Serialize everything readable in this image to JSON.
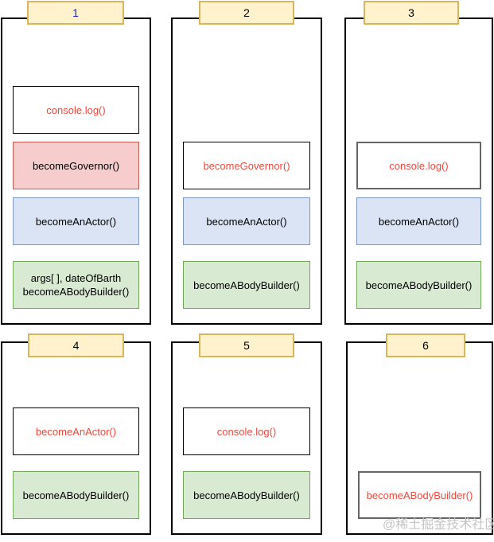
{
  "title": "call-stack-frames-diagram",
  "watermark": "@稀土掘金技术社区",
  "colors": {
    "tab_fill": "#fff2cc",
    "tab_border": "#d8b65c",
    "tab1_number_color": "#1b1bd4",
    "red_text": "#f04a3e",
    "pink_fill": "#f6cccc",
    "pink_border": "#bf5a55",
    "blue_fill": "#dae4f5",
    "blue_border": "#7e96c4",
    "green_fill": "#d9ead3",
    "green_border": "#74a85a",
    "selected_border": "#666666"
  },
  "panels": [
    {
      "number": "1",
      "number_color": "#1b1bd4",
      "boxes": [
        {
          "lines": [
            "console.log()"
          ],
          "style": "white",
          "text_color": "red"
        },
        {
          "lines": [
            "becomeGovernor()"
          ],
          "style": "pink",
          "text_color": "black"
        },
        {
          "lines": [
            "becomeAnActor()"
          ],
          "style": "blue",
          "text_color": "black"
        },
        {
          "lines": [
            "args[ ], dateOfBarth",
            "becomeABodyBuilder()"
          ],
          "style": "green",
          "text_color": "black"
        }
      ]
    },
    {
      "number": "2",
      "number_color": "#000000",
      "boxes": [
        {
          "lines": [
            "becomeGovernor()"
          ],
          "style": "white",
          "text_color": "red"
        },
        {
          "lines": [
            "becomeAnActor()"
          ],
          "style": "blue",
          "text_color": "black"
        },
        {
          "lines": [
            "becomeABodyBuilder()"
          ],
          "style": "green",
          "text_color": "black"
        }
      ]
    },
    {
      "number": "3",
      "number_color": "#000000",
      "boxes": [
        {
          "lines": [
            "console.log()"
          ],
          "style": "white-selected",
          "text_color": "red"
        },
        {
          "lines": [
            "becomeAnActor()"
          ],
          "style": "blue",
          "text_color": "black"
        },
        {
          "lines": [
            "becomeABodyBuilder()"
          ],
          "style": "green",
          "text_color": "black"
        }
      ]
    },
    {
      "number": "4",
      "number_color": "#000000",
      "boxes": [
        {
          "lines": [
            "becomeAnActor()"
          ],
          "style": "white",
          "text_color": "red"
        },
        {
          "lines": [
            "becomeABodyBuilder()"
          ],
          "style": "green",
          "text_color": "black"
        }
      ]
    },
    {
      "number": "5",
      "number_color": "#000000",
      "boxes": [
        {
          "lines": [
            "console.log()"
          ],
          "style": "white",
          "text_color": "red"
        },
        {
          "lines": [
            "becomeABodyBuilder()"
          ],
          "style": "green",
          "text_color": "black"
        }
      ]
    },
    {
      "number": "6",
      "number_color": "#000000",
      "boxes": [
        {
          "lines": [
            "becomeABodyBuilder()"
          ],
          "style": "white-selected",
          "text_color": "red"
        }
      ]
    }
  ]
}
